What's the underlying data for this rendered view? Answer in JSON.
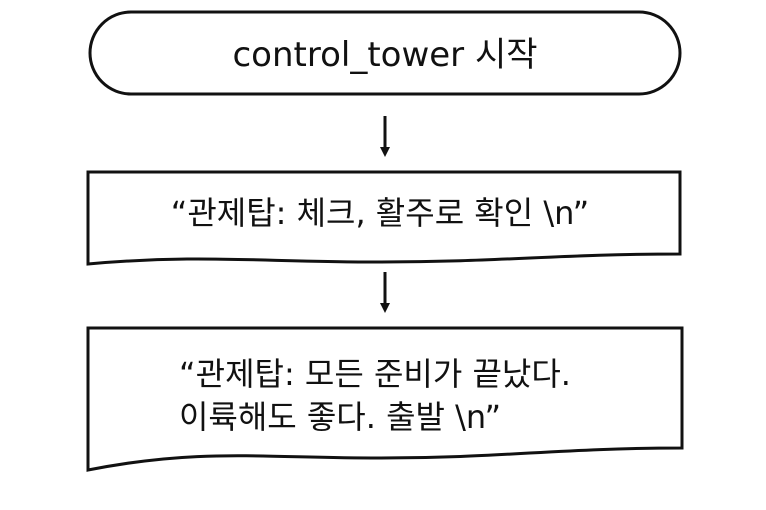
{
  "diagram": {
    "nodes": [
      {
        "id": "start",
        "shape": "terminal",
        "lines": [
          "control_tower 시작"
        ]
      },
      {
        "id": "output-1",
        "shape": "document",
        "lines": [
          "“관제탑: 체크, 활주로 확인 \\n”"
        ]
      },
      {
        "id": "output-2",
        "shape": "document",
        "lines": [
          "“관제탑: 모든 준비가 끝났다.",
          "이륙해도 좋다. 출발 \\n”"
        ]
      }
    ],
    "edges": [
      {
        "from": "start",
        "to": "output-1"
      },
      {
        "from": "output-1",
        "to": "output-2"
      }
    ],
    "colors": {
      "stroke": "#111111",
      "text": "#111111",
      "background": "#ffffff"
    }
  }
}
